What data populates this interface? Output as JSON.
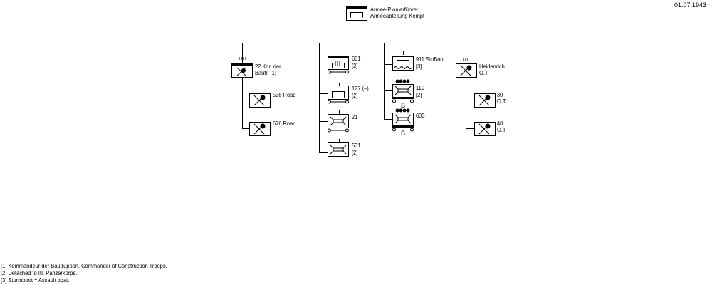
{
  "date": "01.07.1943",
  "hq": {
    "line1": "Armee-Pionierführer",
    "line2": "Armeeabteilung Kempf"
  },
  "col1": {
    "head": {
      "line1": "22 Kdr. der",
      "line2": "Bautr. [1]"
    },
    "units": [
      "538 Road",
      "676 Road"
    ]
  },
  "col2": {
    "units": [
      {
        "line1": "601",
        "line2": "[2]"
      },
      {
        "line1": "127 (–)",
        "line2": "[2]"
      },
      {
        "line1": "21",
        "line2": ""
      },
      {
        "line1": "531",
        "line2": "[2]"
      }
    ]
  },
  "col3": {
    "units": [
      {
        "line1": "911 StuBoot",
        "line2": "[3]"
      },
      {
        "line1": "110",
        "line2": "[2]",
        "bridge_letter": "B"
      },
      {
        "line1": "603",
        "line2": "",
        "bridge_letter": "B"
      }
    ]
  },
  "col4": {
    "head": {
      "line1": "Heidenrich",
      "line2": "O.T."
    },
    "units": [
      {
        "line1": "30",
        "line2": "O.T."
      },
      {
        "line1": "40",
        "line2": "O.T."
      }
    ]
  },
  "footnotes": [
    "[1] Kommandeur der Bautruppen. Commander of Construction Troops.",
    "[2] Detached to III. Panzerkorps.",
    "[3] Sturmboot = Assault boat."
  ]
}
